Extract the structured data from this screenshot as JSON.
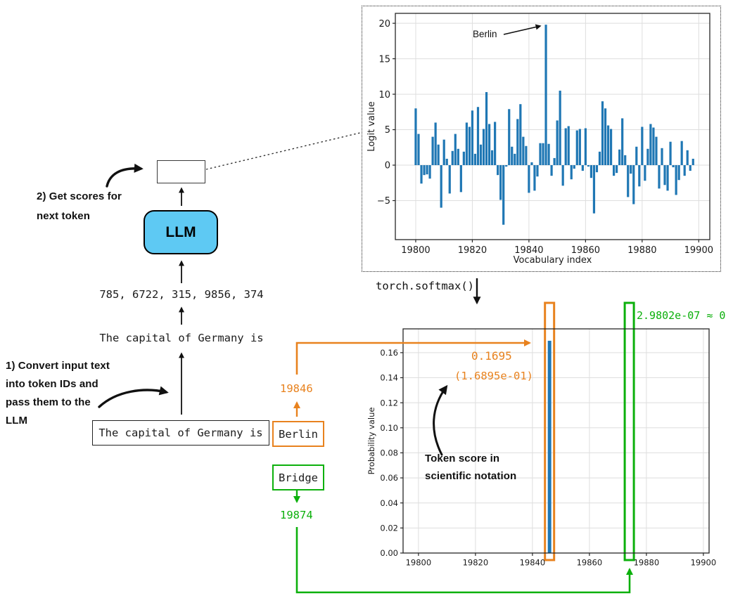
{
  "colors": {
    "orange": "#e8821e",
    "green": "#0cb00c",
    "bar_blue": "#1f77b4",
    "llm_fill": "#5ec9f3"
  },
  "labels": {
    "step2": [
      "2) Get scores for",
      "next token"
    ],
    "step1": [
      "1) Convert input text",
      "into token IDs and",
      "pass them to the",
      "LLM"
    ],
    "llm": "LLM",
    "token_ids": "785, 6722, 315, 9856, 374",
    "prompt": "The capital of Germany is",
    "prompt_boxed": "The capital of Germany is",
    "softmax": "torch.softmax()",
    "token_score": [
      "Token score in",
      "scientific notation"
    ]
  },
  "tokens": {
    "berlin": {
      "text": "Berlin",
      "id": "19846",
      "prob": "0.1695",
      "prob_sci": "(1.6895e-01)"
    },
    "bridge": {
      "text": "Bridge",
      "id": "19874",
      "prob_note": "2.9802e-07 ≈ 0"
    }
  },
  "chart_data": [
    {
      "type": "bar",
      "xlabel": "Vocabulary index",
      "ylabel": "Logit value",
      "x_start": 19800,
      "values": [
        8.0,
        4.4,
        -2.6,
        -1.4,
        -1.3,
        -1.9,
        4.0,
        6.0,
        2.9,
        -6.0,
        3.6,
        0.9,
        -4.0,
        2.0,
        4.4,
        2.3,
        -3.8,
        1.9,
        6.0,
        5.4,
        7.7,
        1.6,
        8.2,
        2.9,
        5.1,
        10.3,
        5.8,
        2.1,
        6.1,
        -1.4,
        -4.9,
        -8.4,
        -0.2,
        7.9,
        2.6,
        1.6,
        6.5,
        8.6,
        4.0,
        2.7,
        -3.9,
        0.4,
        -3.6,
        -1.6,
        3.1,
        3.1,
        19.8,
        3.0,
        -1.5,
        1.0,
        6.3,
        10.5,
        -2.9,
        5.2,
        5.5,
        -2.0,
        -0.5,
        4.9,
        5.1,
        -0.8,
        5.2,
        -0.2,
        -1.8,
        -6.8,
        -1.0,
        1.9,
        9.0,
        8.0,
        5.6,
        5.1,
        -1.5,
        -1.1,
        2.2,
        6.6,
        1.4,
        -4.5,
        -1.2,
        -5.5,
        2.6,
        -3.0,
        5.4,
        -2.2,
        2.3,
        5.8,
        5.3,
        4.0,
        -3.3,
        2.4,
        -2.8,
        -3.6,
        3.3,
        -0.3,
        -4.2,
        -2.1,
        3.4,
        -1.5,
        2.1,
        -0.8,
        0.9
      ],
      "bar_color": "#1f77b4",
      "xlim": [
        19792.8,
        19903.9
      ],
      "ylim": [
        -10.5,
        21.4
      ],
      "xticks": [
        19800,
        19820,
        19840,
        19860,
        19880,
        19900
      ],
      "xtick_labels": [
        "19800",
        "19820",
        "19840",
        "19860",
        "19880",
        "19900"
      ],
      "yticks": [
        -5,
        0,
        5,
        10,
        15,
        20
      ],
      "ytick_labels": [
        "−5",
        "0",
        "5",
        "10",
        "15",
        "20"
      ],
      "grid": true,
      "legend": null,
      "annotation": {
        "text": "Berlin",
        "x": 19846,
        "y": 19.8
      }
    },
    {
      "type": "bar",
      "xlabel": "",
      "ylabel": "Probability value",
      "bars": [
        {
          "x": 19846,
          "value": 0.1695
        },
        {
          "x": 19874,
          "value": 2.9802e-07
        }
      ],
      "bar_color": "#1f77b4",
      "xlim": [
        19794.6,
        19902.0
      ],
      "ylim": [
        0,
        0.179
      ],
      "xticks": [
        19800,
        19820,
        19840,
        19860,
        19880,
        19900
      ],
      "xtick_labels": [
        "19800",
        "19820",
        "19840",
        "19860",
        "19880",
        "19900"
      ],
      "yticks": [
        0,
        0.02,
        0.04,
        0.06,
        0.08,
        0.1,
        0.12,
        0.14,
        0.16
      ],
      "ytick_labels": [
        "0.00",
        "0.02",
        "0.04",
        "0.06",
        "0.08",
        "0.10",
        "0.12",
        "0.14",
        "0.16"
      ],
      "grid": true,
      "legend": null,
      "highlights": [
        {
          "x": 19846,
          "color": "#e8821e",
          "label": "berlin-highlight"
        },
        {
          "x": 19874,
          "color": "#0cb00c",
          "label": "bridge-highlight"
        }
      ]
    }
  ]
}
